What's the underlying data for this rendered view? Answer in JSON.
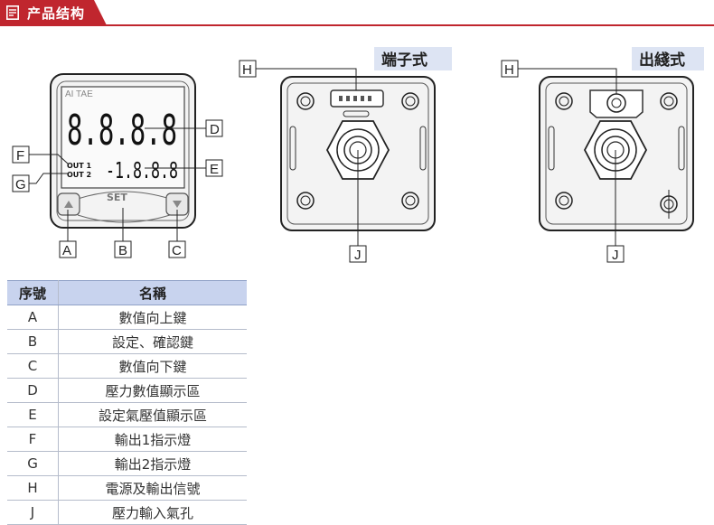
{
  "header": {
    "title": "产品结构",
    "accent": "#c0262e"
  },
  "device": {
    "brand": "AI TAE",
    "main_display": "8.8.8.8",
    "sub_display": "-1.8.8.8",
    "out1": "OUT 1",
    "out2": "OUT 2",
    "set_label": "SET"
  },
  "callouts": {
    "A": "A",
    "B": "B",
    "C": "C",
    "D": "D",
    "E": "E",
    "F": "F",
    "G": "G",
    "H": "H",
    "J": "J"
  },
  "views": {
    "terminal": "端子式",
    "wired": "出綫式"
  },
  "legend": {
    "headers": [
      "序號",
      "名稱"
    ],
    "rows": [
      [
        "A",
        "數值向上鍵"
      ],
      [
        "B",
        "設定、確認鍵"
      ],
      [
        "C",
        "數值向下鍵"
      ],
      [
        "D",
        "壓力數值顯示區"
      ],
      [
        "E",
        "設定氣壓值顯示區"
      ],
      [
        "F",
        "輸出1指示燈"
      ],
      [
        "G",
        "輸出2指示燈"
      ],
      [
        "H",
        "電源及輸出信號"
      ],
      [
        "J",
        "壓力輸入氣孔"
      ]
    ]
  }
}
